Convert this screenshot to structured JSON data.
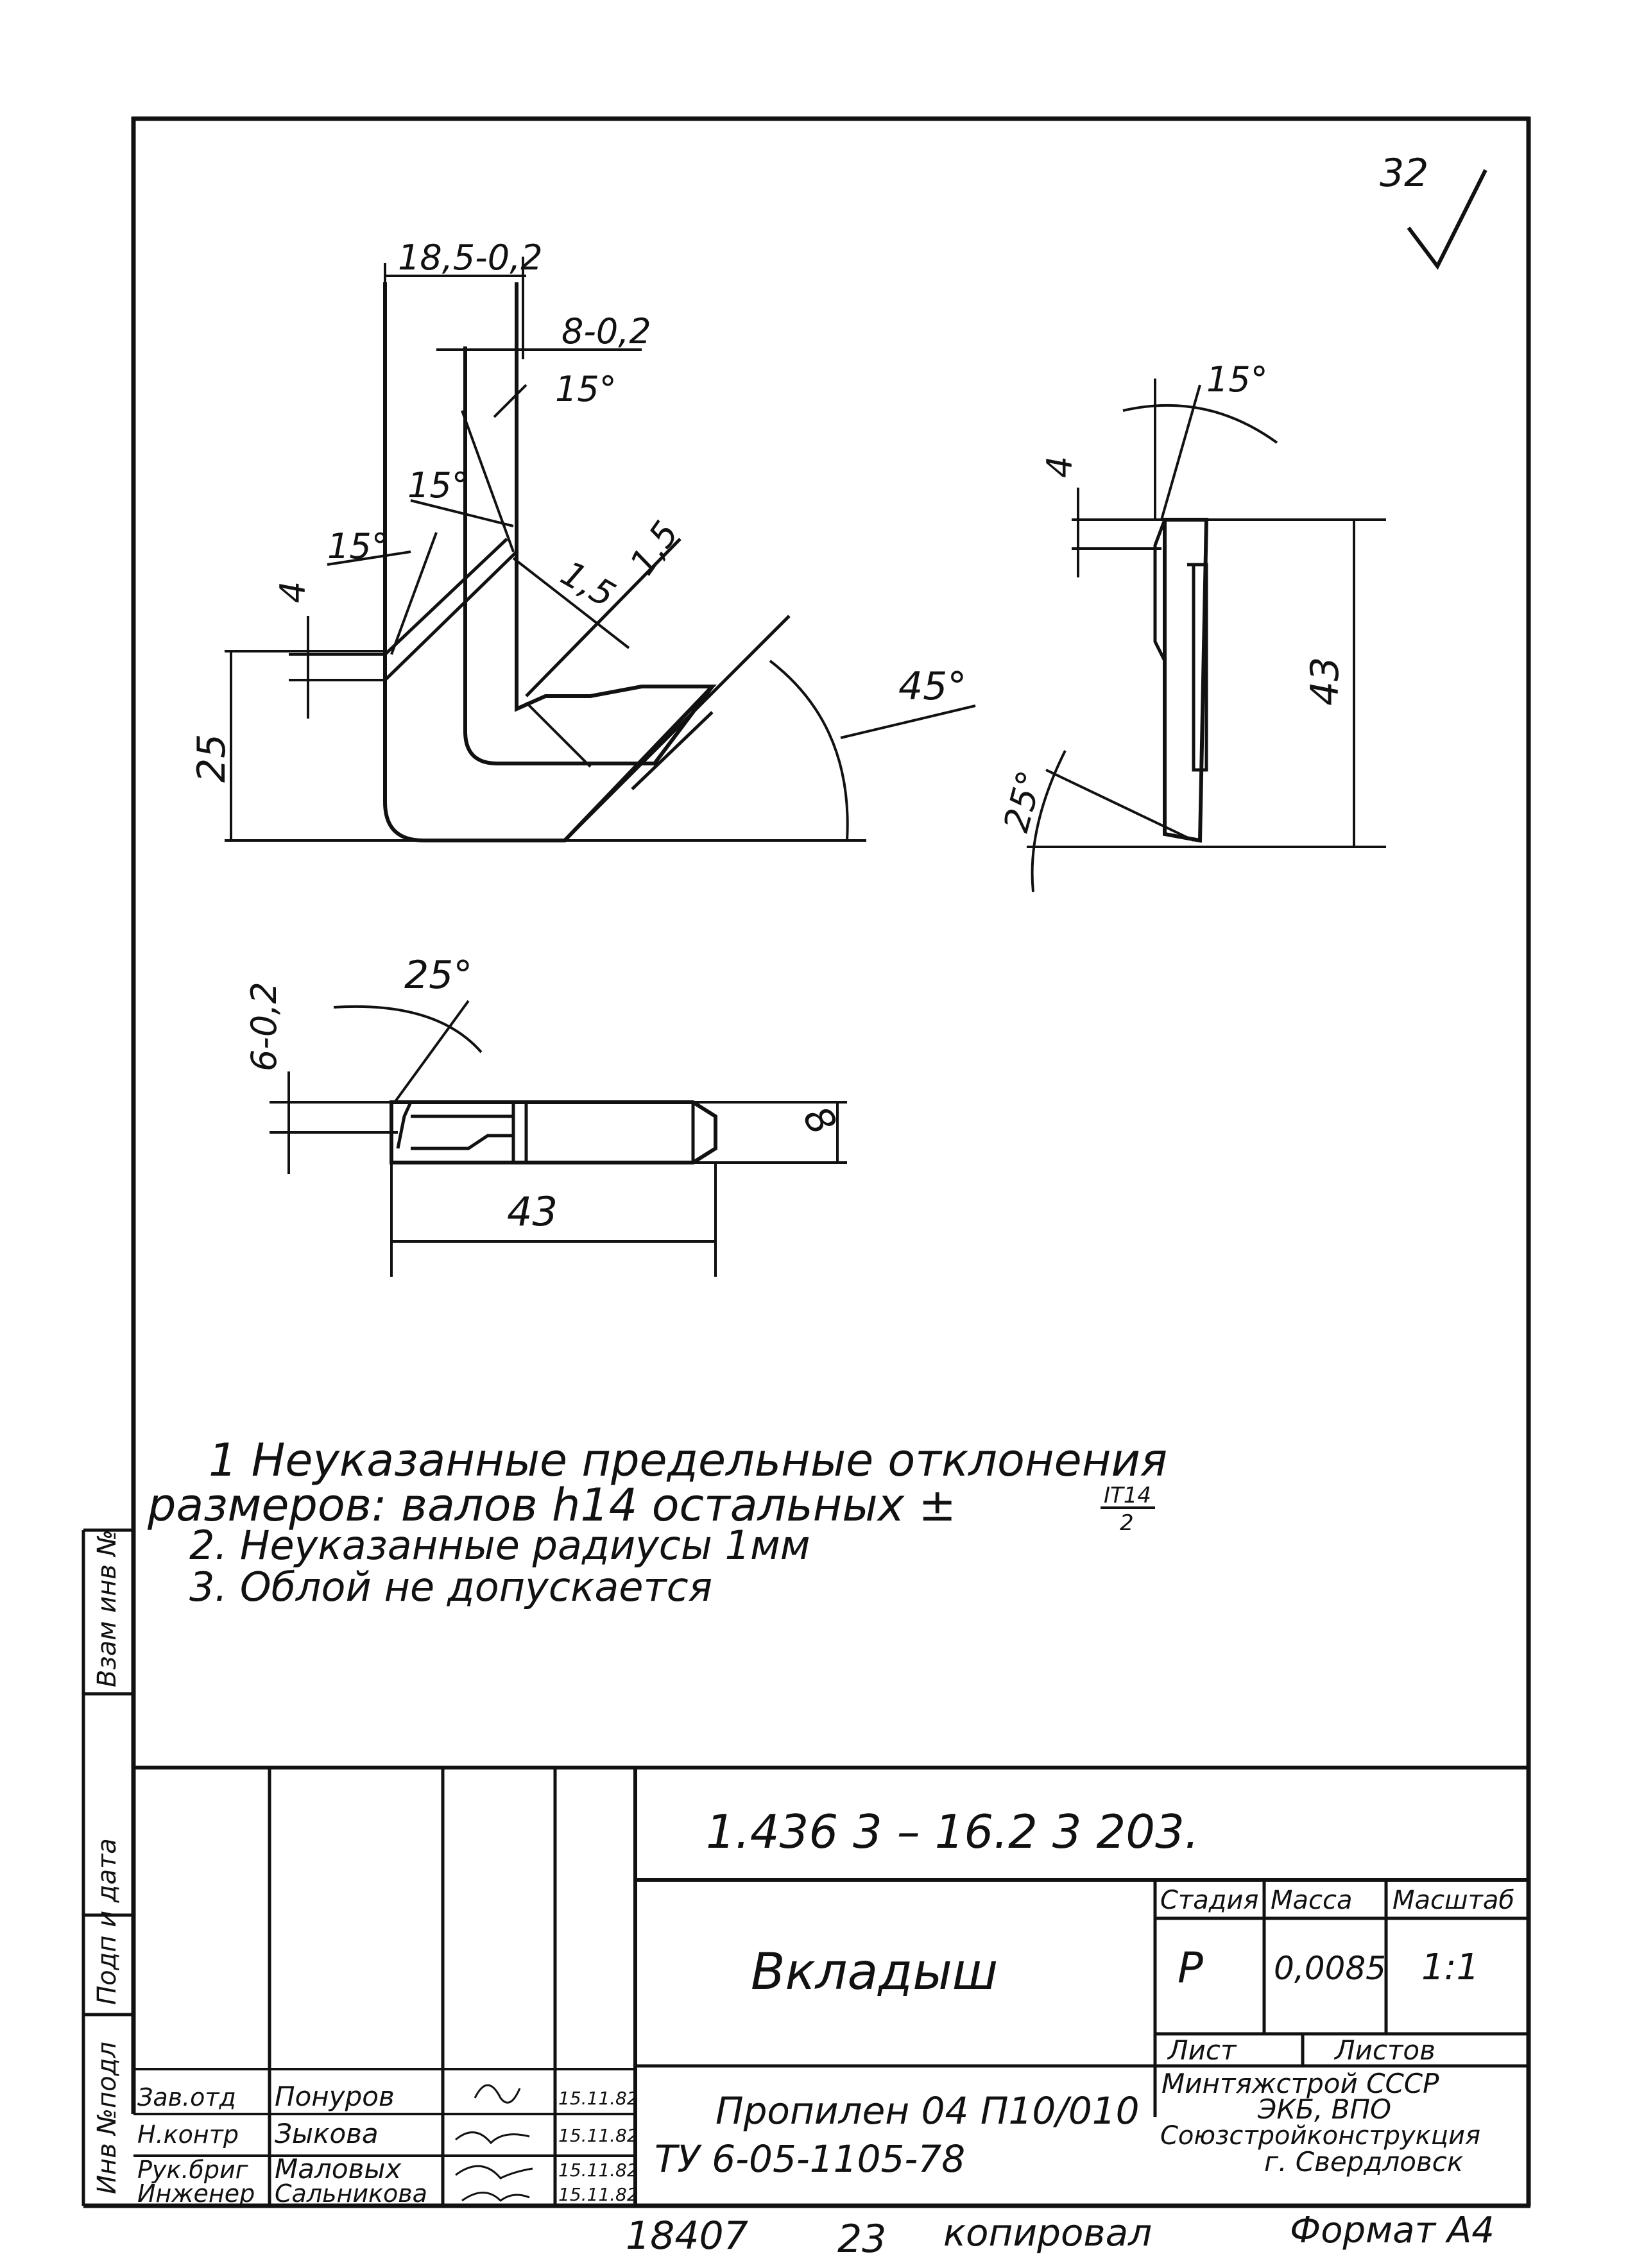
{
  "roughness": "32",
  "dims": {
    "d_top_width": "18,5-0,2",
    "d_slot": "8-0,2",
    "d_angle_1": "15°",
    "d_angle_2": "15°",
    "d_angle_3": "15°",
    "d_small_4": "4",
    "d_1_5_a": "1,5",
    "d_1_5_b": "1,5",
    "d_25": "25",
    "d_45": "45°",
    "d_side_15": "15°",
    "d_side_4": "4",
    "d_side_43": "43",
    "d_side_25deg": "25°",
    "d_bot_25deg": "25°",
    "d_bot_6": "6-0,2",
    "d_bot_8": "8",
    "d_bot_43": "43"
  },
  "notes": {
    "line1": "1  Неуказанные  предельные отклонения",
    "line2": "размеров: валов h14  остальных ±",
    "fraction_num": "IT14",
    "fraction_den": "2",
    "line3": "2. Неуказанные  радиусы 1мм",
    "line4": "3. Облой  не допускается"
  },
  "side_stamp": {
    "inv_no": "Инв №подл",
    "sign_date": "Подп и дата",
    "repl_inv": "Взам инв №"
  },
  "title_block": {
    "designation": "1.436 3 – 16.2  3 203.",
    "part_name": "Вкладыш",
    "material_line1": "Пропилен 04 П10/010",
    "material_line2": "ТУ 6-05-1105-78",
    "col_stage": "Стадия",
    "col_mass": "Масса",
    "col_scale": "Масштаб",
    "stage": "Р",
    "mass": "0,0085",
    "scale": "1:1",
    "sheet": "Лист",
    "sheets": "Листов",
    "org_line1": "Минтяжстрой СССР",
    "org_line2": "ЭКБ, ВПО",
    "org_line3": "Союзстройконструкция",
    "org_line4": "г. Свердловск",
    "roles": [
      "Зав.отд",
      "Н.контр",
      "Рук.бриг",
      "Инженер"
    ],
    "names": [
      "Понуров",
      "Зыкова",
      "Маловых",
      "Сальникова"
    ],
    "dates": [
      "15.11.82",
      "15.11.82",
      "15.11.82",
      "15.11.82"
    ]
  },
  "bottom": {
    "order": "18407",
    "num": "23",
    "copied": "копировал",
    "format": "Формат А4"
  }
}
